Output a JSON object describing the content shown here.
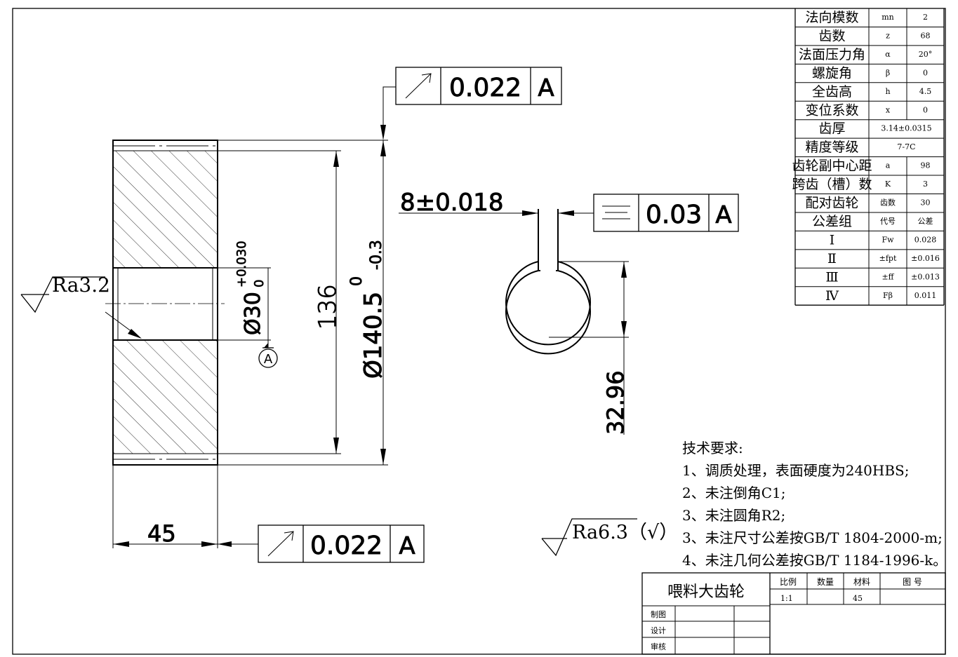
{
  "part_name": "喂料大齿轮",
  "gear_table": {
    "rows": [
      {
        "name": "法向模数",
        "sym": "mn",
        "val": "2"
      },
      {
        "name": "齿数",
        "sym": "z",
        "val": "68"
      },
      {
        "name": "法面压力角",
        "sym": "α",
        "val": "20°"
      },
      {
        "name": "螺旋角",
        "sym": "β",
        "val": "0"
      },
      {
        "name": "全齿高",
        "sym": "h",
        "val": "4.5"
      },
      {
        "name": "变位系数",
        "sym": "x",
        "val": "0"
      },
      {
        "name": "齿厚",
        "merged": "3.14±0.0315"
      },
      {
        "name": "精度等级",
        "merged": "7-7C"
      },
      {
        "name": "齿轮副中心距",
        "sym": "a",
        "val": "98"
      },
      {
        "name": "跨齿（槽）数",
        "sym": "K",
        "val": "3"
      },
      {
        "name": "配对齿轮",
        "sym": "齿数",
        "val": "30"
      },
      {
        "name": "公差组",
        "sym": "代号",
        "val": "公差"
      },
      {
        "name": "Ⅰ",
        "sym": "Fw",
        "val": "0.028"
      },
      {
        "name": "Ⅱ",
        "sym": "±fpt",
        "val": "±0.016"
      },
      {
        "name": "Ⅲ",
        "sym": "±ff",
        "val": "±0.013"
      },
      {
        "name": "Ⅳ",
        "sym": "Fβ",
        "val": "0.011"
      }
    ]
  },
  "dims": {
    "width_45": "45",
    "height_136": "136",
    "od": "Ø140.5",
    "od_tol_upper": "0",
    "od_tol_lower": "-0.3",
    "bore": "Ø30",
    "bore_tol_upper": "+0.030",
    "bore_tol_lower": "0",
    "keyway_width": "8±0.018",
    "keyway_depth": "32.96",
    "datum": "A"
  },
  "gdt": {
    "top_runout": {
      "value": "0.022",
      "datum": "A"
    },
    "bottom_runout": {
      "value": "0.022",
      "datum": "A"
    },
    "symmetry": {
      "value": "0.03",
      "datum": "A"
    }
  },
  "roughness": {
    "bore": "Ra3.2",
    "general": "Ra6.3（√）"
  },
  "tech_req": {
    "title": "技术要求:",
    "items": [
      "1、调质处理，表面硬度为240HBS;",
      "2、未注倒角C1;",
      "3、未注圆角R2;",
      "3、未注尺寸公差按GB/T 1804-2000-m;",
      "4、未注几何公差按GB/T 1184-1996-k。"
    ]
  },
  "title_block": {
    "scale_label": "比例",
    "qty_label": "数量",
    "material_label": "材料",
    "drawing_no_label": "图  号",
    "scale": "1:1",
    "material": "45",
    "drawn_by": "制图",
    "designed_by": "设计",
    "checked_by": "审核"
  }
}
